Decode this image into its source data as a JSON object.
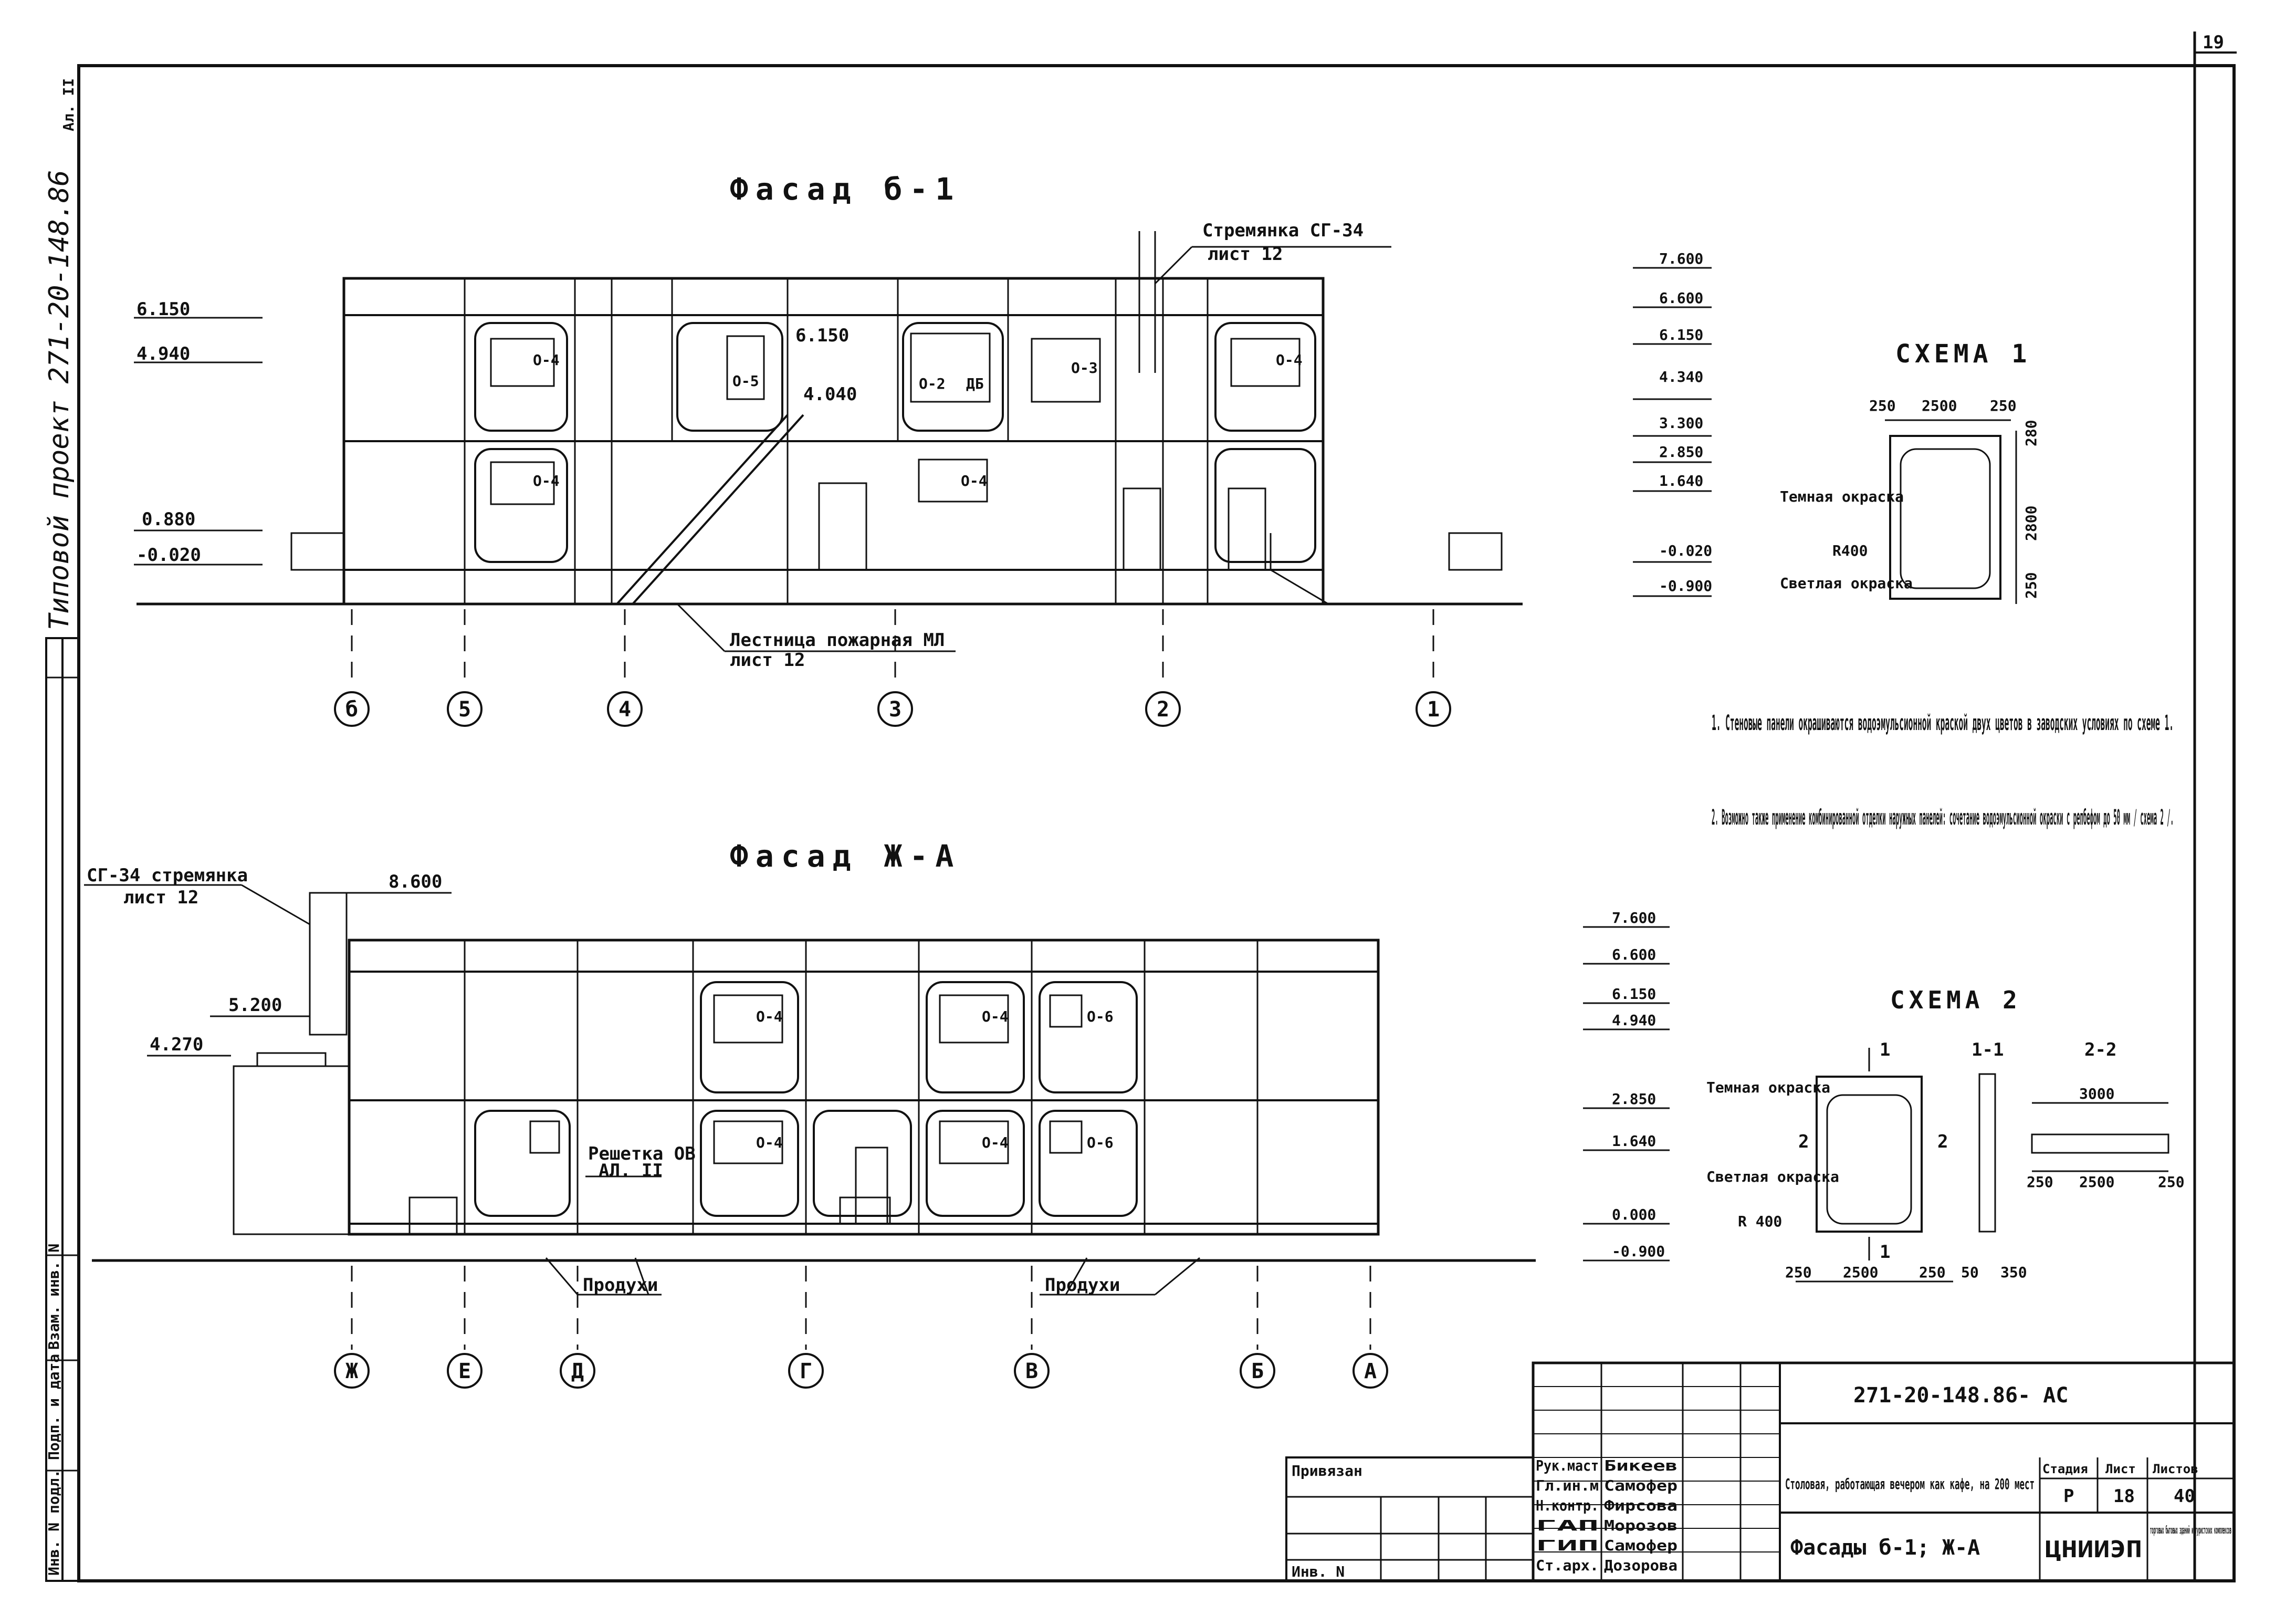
{
  "sheet_number": "19",
  "side_stamp": "Типовой проект 271-20-148.86",
  "side_stamp_album": "Ал. II",
  "side_columns": [
    "Инв. N подл.",
    "Подп. и дата",
    "Взам. инв. N"
  ],
  "facade1": {
    "title": "Фасад б-1",
    "ladder_label": "Стремянка СГ-34",
    "ladder_sheet": "лист 12",
    "stair_label": "Лестница пожарная МЛ",
    "stair_sheet": "лист 12",
    "left_levels": [
      "6.150",
      "4.940",
      "0.880",
      "-0.020"
    ],
    "inner_levels": [
      "6.150",
      "4.040"
    ],
    "right_levels": [
      "7.600",
      "6.600",
      "6.150",
      "4.340",
      "3.300",
      "2.850",
      "1.640",
      "-0.020",
      "-0.900"
    ],
    "windows": [
      "О-4",
      "О-5",
      "О-2",
      "ДБ",
      "О-3",
      "О-4",
      "О-4",
      "О-4"
    ],
    "axes": [
      "б",
      "5",
      "4",
      "3",
      "2",
      "1"
    ]
  },
  "facade2": {
    "title": "Фасад Ж-А",
    "ladder_label": "СГ-34 стремянка",
    "ladder_sheet": "лист 12",
    "left_levels": [
      "8.600",
      "5.200",
      "4.270"
    ],
    "right_levels": [
      "7.600",
      "6.600",
      "6.150",
      "4.940",
      "2.850",
      "1.640",
      "0.000",
      "-0.900"
    ],
    "grille_label": "Решетка ОВ",
    "grille_sheet": "АЛ. II",
    "vent_label": "Продухи",
    "windows": [
      "О-4",
      "О-4",
      "О-6",
      "О-4",
      "О-4",
      "О-6"
    ],
    "axes": [
      "Ж",
      "Е",
      "Д",
      "Г",
      "В",
      "Б",
      "А"
    ]
  },
  "scheme1": {
    "title": "СХЕМА 1",
    "dims_top": [
      "250",
      "2500",
      "250"
    ],
    "dims_side": [
      "280",
      "2800",
      "250"
    ],
    "dark": "Темная окраска",
    "light": "Светлая окраска",
    "radius": "R400"
  },
  "scheme2": {
    "title": "СХЕМА 2",
    "section_1": "1-1",
    "section_2": "2-2",
    "cut_1": "1",
    "cut_2": "2",
    "dark": "Темная окраска",
    "light": "Светлая окраска",
    "radius": "R 400",
    "dims_bottom": [
      "250",
      "2500",
      "250",
      "50",
      "350"
    ],
    "dim_2_total": "3000",
    "dims_2": [
      "250",
      "2500",
      "250"
    ]
  },
  "notes": [
    "1. Стеновые панели окрашиваются водоэмульсионной краской двух цветов в заводских условиях по схеме 1.",
    "2. Возможно также применение комбинированной отделки наружных панелей: сочетание водоэмульсионной окраски с репбефом до 50 мм / схема 2 /."
  ],
  "stamp": {
    "code": "271-20-148.86- АС",
    "tied": "Привязан",
    "inv": "Инв. N",
    "roles": [
      "Рук.маст",
      "Гл.ин.м",
      "Н.контр.",
      "ГАП",
      "ГИП",
      "Ст.арх."
    ],
    "names": [
      "Бикеев",
      "Самофер",
      "Фирсова",
      "Морозов",
      "Самофер",
      "Дозорова"
    ],
    "object": "Столовая, работающая вечером как кафе, на 200 мест",
    "stage_h": "Стадия",
    "sheet_h": "Лист",
    "sheets_h": "Листов",
    "stage": "Р",
    "sheet": "18",
    "sheets": "40",
    "drawing": "Фасады б-1; Ж-А",
    "org": "ЦНИИЭП",
    "org2": "торговых бытовых зданий и туристских комплексов"
  }
}
